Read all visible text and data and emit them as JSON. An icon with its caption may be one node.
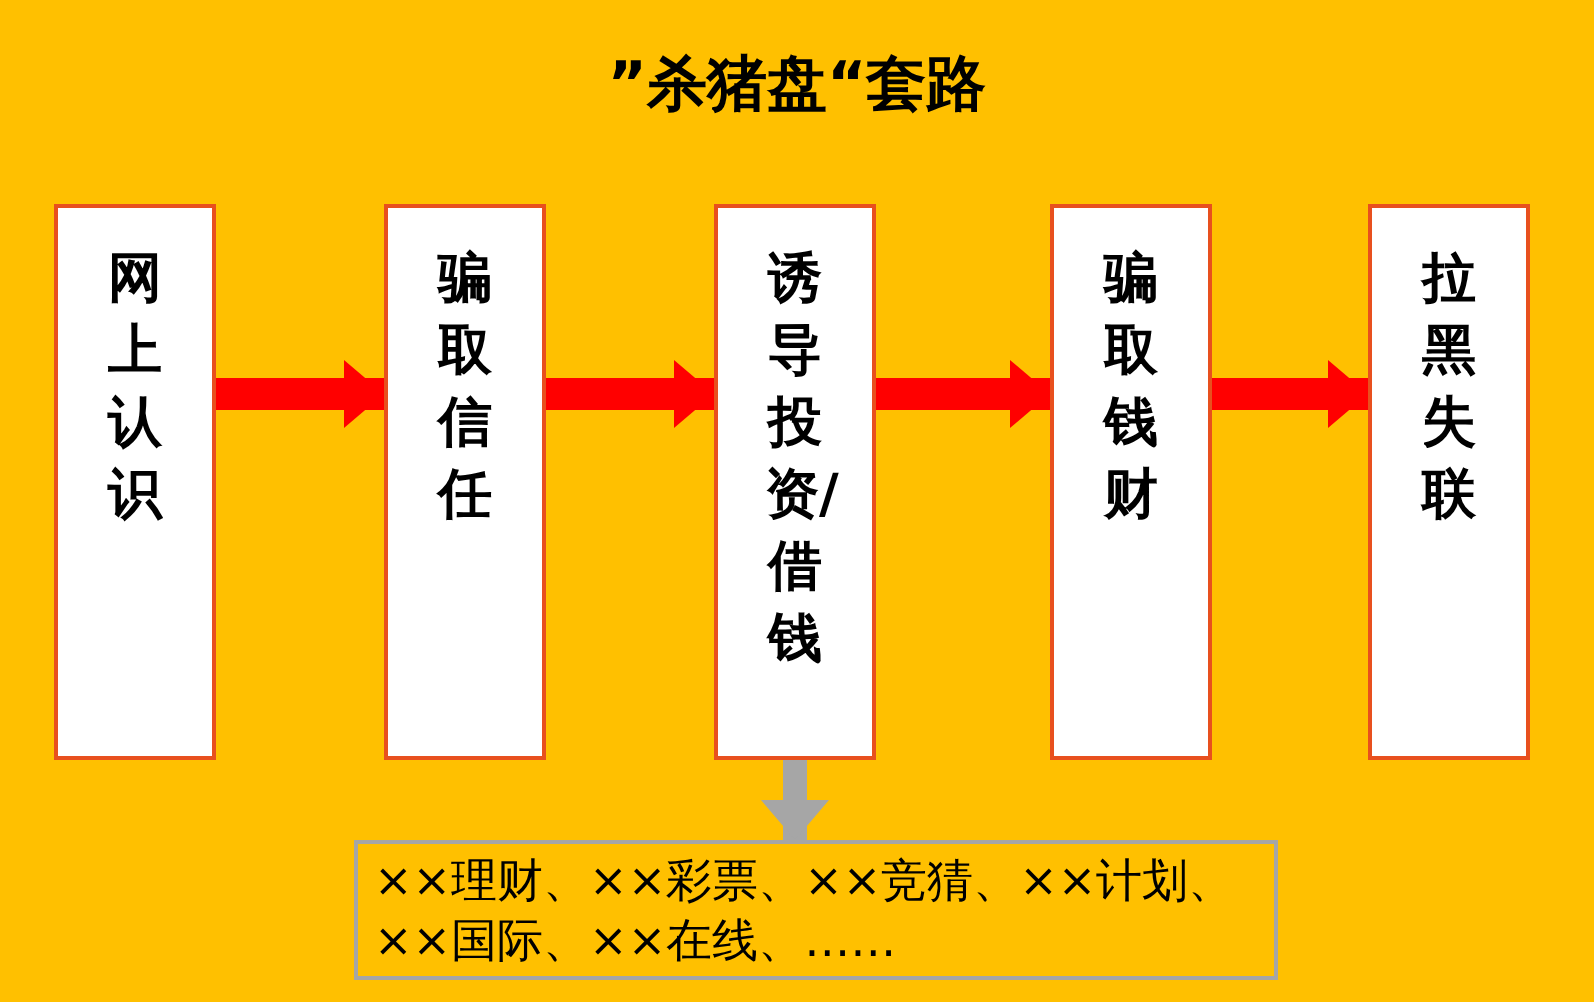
{
  "diagram": {
    "title": "”杀猪盘“套路",
    "nodes": [
      {
        "text": [
          "网上认识"
        ]
      },
      {
        "text": [
          "骗取信任"
        ]
      },
      {
        "text": [
          "诱导投资/借钱"
        ]
      },
      {
        "text": [
          "骗取钱财"
        ]
      },
      {
        "text": [
          "拉黑失联"
        ]
      },
      {
        "text": [
          "××理财、××彩票、××竞猜、××计划、××国际、××在线、……"
        ]
      }
    ],
    "edges": [
      {
        "from": 0,
        "to": 1,
        "arrow": "to"
      },
      {
        "from": 1,
        "to": 2,
        "arrow": "to"
      },
      {
        "from": 2,
        "to": 3,
        "arrow": "to"
      },
      {
        "from": 3,
        "to": 4,
        "arrow": "to"
      },
      {
        "from": 2,
        "to": 5,
        "arrow": "to",
        "color": "#a6a6a6"
      }
    ]
  }
}
